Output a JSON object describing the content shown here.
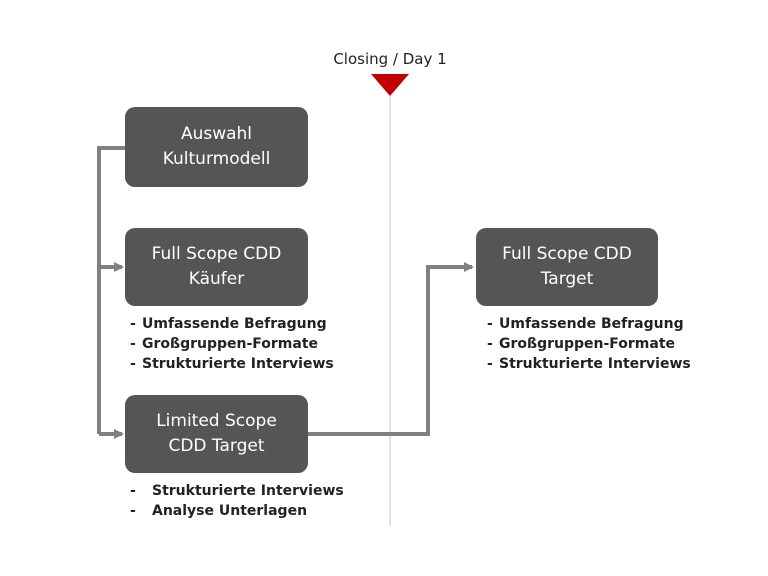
{
  "milestone": {
    "label": "Closing / Day 1",
    "marker_color": "#c00000"
  },
  "colors": {
    "box_fill": "#555555",
    "box_text": "#ffffff",
    "connector": "#808080",
    "timeline": "#d9d9d9"
  },
  "nodes": {
    "auswahl": {
      "lines": [
        "Auswahl",
        "Kulturmodell"
      ]
    },
    "full_kaeufer": {
      "lines": [
        "Full Scope CDD",
        "Käufer"
      ],
      "bullets": [
        "Umfassende Befragung",
        "Großgruppen-Formate",
        "Strukturierte Interviews"
      ]
    },
    "limited_target": {
      "lines": [
        "Limited Scope",
        "CDD Target"
      ],
      "bullets": [
        "Strukturierte Interviews",
        "Analyse Unterlagen"
      ]
    },
    "full_target": {
      "lines": [
        "Full Scope CDD",
        "Target"
      ],
      "bullets": [
        "Umfassende Befragung",
        "Großgruppen-Formate",
        "Strukturierte Interviews"
      ]
    }
  },
  "bullet_marker": "-"
}
